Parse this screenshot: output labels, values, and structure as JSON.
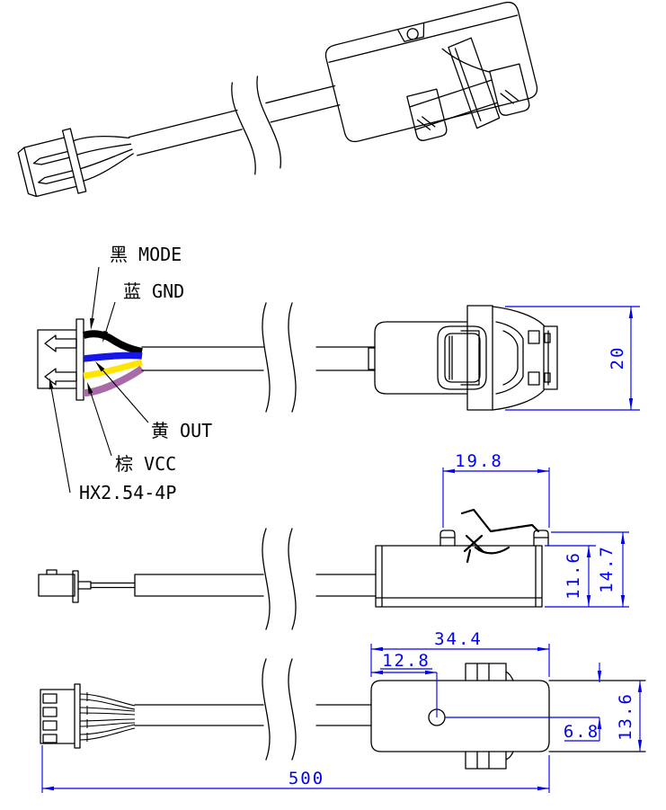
{
  "labels": {
    "wire_black": "黑 MODE",
    "wire_blue": "蓝 GND",
    "wire_yellow": "黄 OUT",
    "wire_brown": "棕 VCC",
    "connector_part": "HX2.54-4P"
  },
  "dimensions": {
    "housing_height_top_view": "20",
    "clip_width": "19.8",
    "body_height": "11.6",
    "overall_height": "14.7",
    "body_length": "34.4",
    "hole_offset_length": "12.8",
    "hole_offset_width": "6.8",
    "body_width": "13.6",
    "overall_cable_length": "500"
  },
  "colors": {
    "dimension_line": "#0202f0",
    "part_outline": "#000000",
    "wire_black": "#000000",
    "wire_blue": "#1616e8",
    "wire_yellow": "#ffe600",
    "wire_brown": "#a86ba8"
  }
}
